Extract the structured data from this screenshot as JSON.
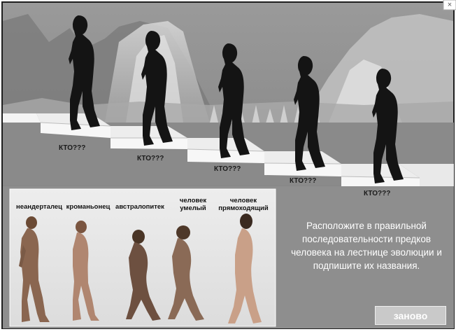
{
  "game": {
    "slots": [
      "КТО???",
      "КТО???",
      "КТО???",
      "КТО???",
      "КТО???"
    ],
    "choices": [
      {
        "label": "неандерталец"
      },
      {
        "label": "кроманьонец"
      },
      {
        "label": "австралопитек"
      },
      {
        "label": "человек\nумелый"
      },
      {
        "label": "человек\nпрямоходящий"
      }
    ],
    "instructions": "Расположите в правильной последовательности предков человека на лестнице эволюции и подпишите их названия.",
    "reset_label": "заново",
    "close_glyph": "×"
  },
  "colors": {
    "frame": "#1e1e1e",
    "background": "#8c8c8c",
    "stair": "#f2f2f2",
    "panel": "#e6e6e6",
    "silhouette": "#141414",
    "button": "#c9c9c9"
  }
}
